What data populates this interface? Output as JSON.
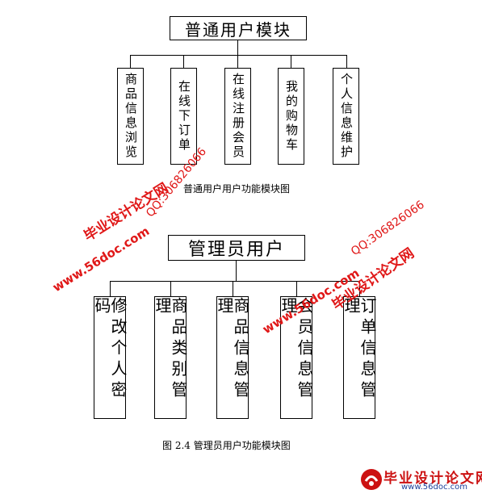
{
  "diagram1": {
    "root": "普通用户模块",
    "children": [
      "商品信息浏览",
      "在线下订单",
      "在线注册会员",
      "我的购物车",
      "个人信息维护"
    ],
    "caption": "普通用户用户功能模块图"
  },
  "diagram2": {
    "root": "管理员用户",
    "children": [
      "修改个人密码",
      "商品类别管理",
      "商品信息管理",
      "会员信息管理",
      "订单信息管理"
    ],
    "caption": "图 2.4  管理员用户功能模块图"
  },
  "watermarks": {
    "site_cn": "毕业设计论文网",
    "url": "www.56doc.com",
    "qq": "QQ:306826066"
  },
  "logo": {
    "text": "毕业设计论文网",
    "url": "www.56doc.com"
  },
  "colors": {
    "watermark": "#e01818",
    "logo_red": "#cc1212",
    "logo_blue": "#1c3f9a"
  }
}
